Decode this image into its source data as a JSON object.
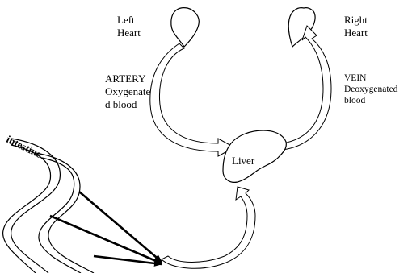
{
  "labels": {
    "left_heart": [
      "Left",
      "Heart"
    ],
    "right_heart": [
      "Right",
      "Heart"
    ],
    "artery": [
      "ARTERY",
      "Oxygenate",
      "d blood"
    ],
    "vein": [
      "VEIN",
      "Deoxygenated",
      "blood"
    ],
    "liver": "Liver",
    "intestine": "intestine"
  }
}
